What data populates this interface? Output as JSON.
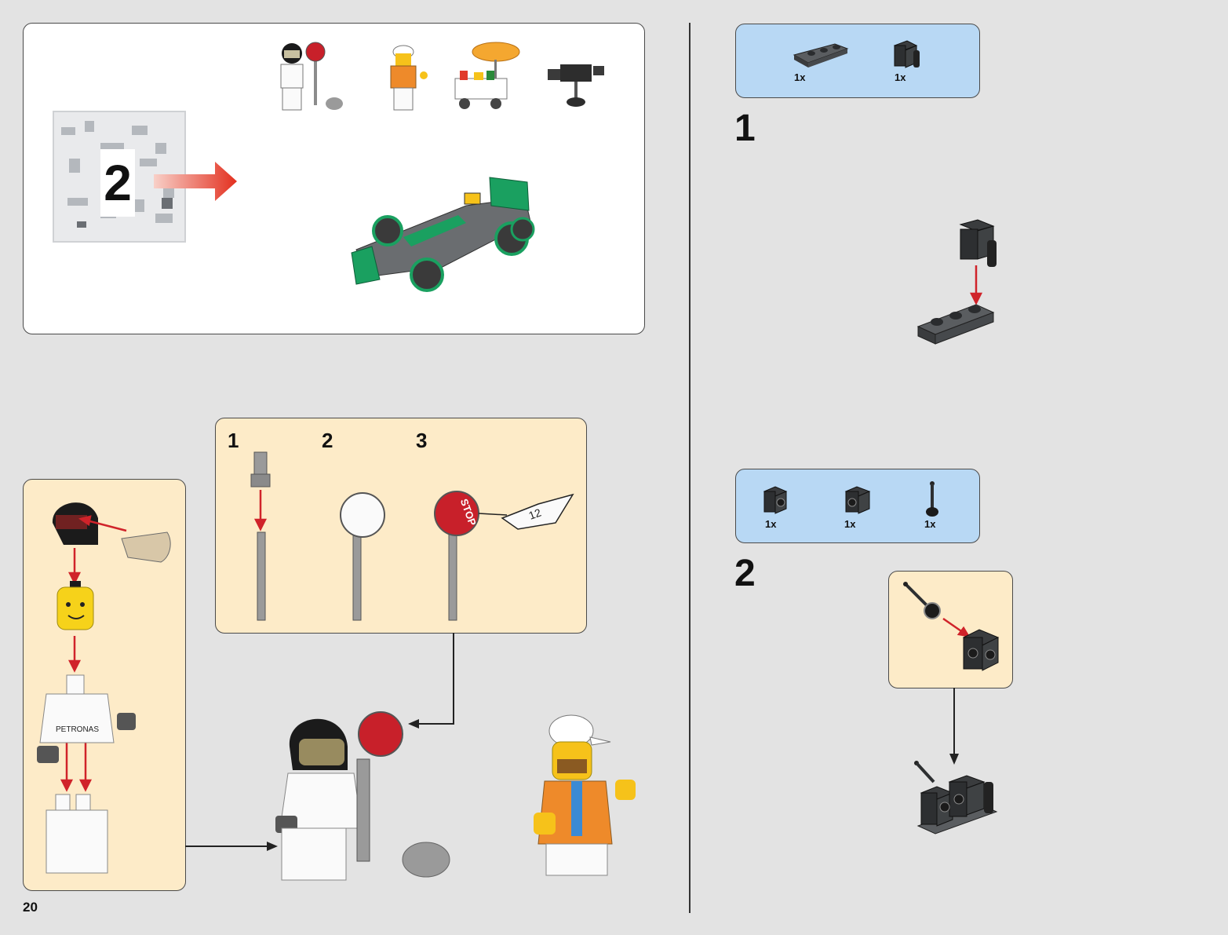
{
  "page": {
    "number": "20"
  },
  "bag_section": {
    "bag_number": "2"
  },
  "minifig_box": {
    "substeps": [
      {
        "number": "1"
      },
      {
        "number": "2"
      },
      {
        "number": "3"
      }
    ],
    "sign_text": "STOP",
    "sticker_number": "12",
    "torso_print": "PETRONAS"
  },
  "steps": [
    {
      "number": "1",
      "parts": [
        {
          "icon": "dark-gray-plate-1x3-icon",
          "qty": "1x"
        },
        {
          "icon": "black-brick-with-clip-icon",
          "qty": "1x"
        }
      ]
    },
    {
      "number": "2",
      "parts": [
        {
          "icon": "black-brick-with-side-stud-icon",
          "qty": "1x"
        },
        {
          "icon": "black-brick-with-stud-icon",
          "qty": "1x"
        },
        {
          "icon": "black-antenna-icon",
          "qty": "1x"
        }
      ]
    }
  ],
  "colors": {
    "background": "#e3e3e3",
    "callout_cream": "#fdebc8",
    "parts_list_blue": "#b8d8f4",
    "arrow_red": "#d0232a",
    "car_green": "#1aa060"
  }
}
